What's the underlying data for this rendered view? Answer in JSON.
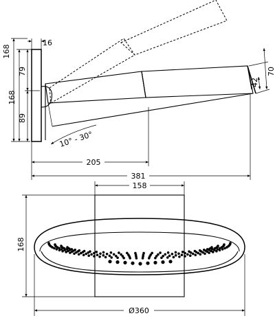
{
  "side_view": {
    "dim_height_total": "168",
    "dim_height_left": "168",
    "dim_upper": "79",
    "dim_lower": "89",
    "dim_plate_thickness": "16",
    "dim_head_outer": "70",
    "dim_head_inner": "42",
    "dim_arm_length": "205",
    "dim_total_length": "381",
    "angle_range": "10° - 30°"
  },
  "front_view": {
    "dim_plate_width": "158",
    "dim_height": "168",
    "dim_diameter": "Ø360"
  }
}
